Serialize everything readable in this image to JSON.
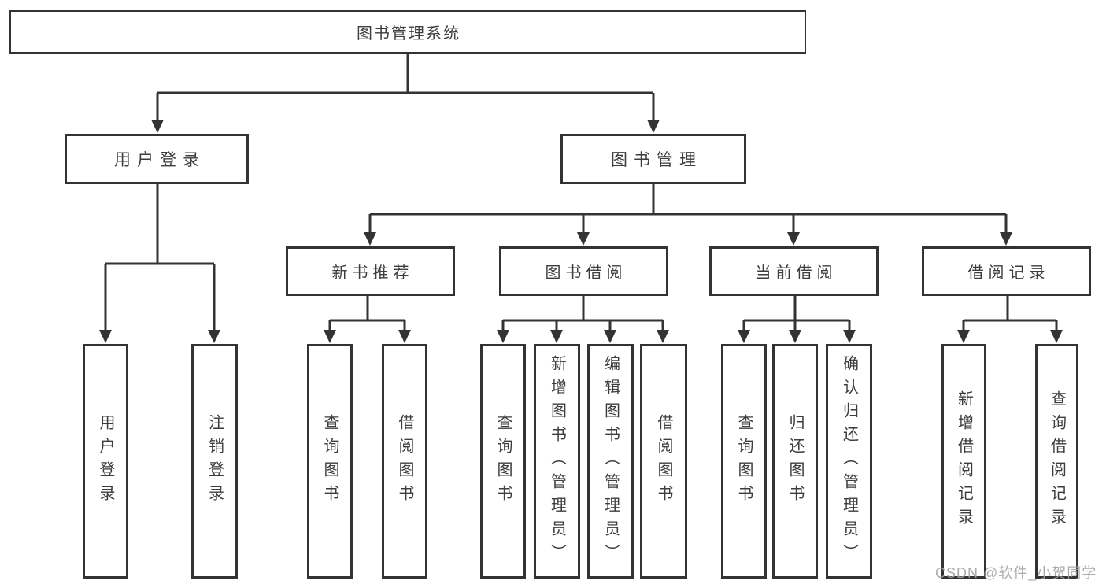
{
  "colors": {
    "line": "#333333",
    "text": "#3d3d3d",
    "background": "#ffffff",
    "watermark": "#a3a3a3"
  },
  "tree": {
    "root": {
      "label": "图书管理系统"
    },
    "children": [
      {
        "label": "用户登录",
        "children": [
          {
            "label": "用户登录"
          },
          {
            "label": "注销登录"
          }
        ]
      },
      {
        "label": "图书管理",
        "children": [
          {
            "label": "新书推荐",
            "children": [
              {
                "label": "查询图书"
              },
              {
                "label": "借阅图书"
              }
            ]
          },
          {
            "label": "图书借阅",
            "children": [
              {
                "label": "查询图书"
              },
              {
                "label": "新增图书（管理员）"
              },
              {
                "label": "编辑图书（管理员）"
              },
              {
                "label": "借阅图书"
              }
            ]
          },
          {
            "label": "当前借阅",
            "children": [
              {
                "label": "查询图书"
              },
              {
                "label": "归还图书"
              },
              {
                "label": "确认归还（管理员）"
              }
            ]
          },
          {
            "label": "借阅记录",
            "children": [
              {
                "label": "新增借阅记录"
              },
              {
                "label": "查询借阅记录"
              }
            ]
          }
        ]
      }
    ]
  },
  "watermark": {
    "text": "CSDN @软件_小贺同学"
  }
}
